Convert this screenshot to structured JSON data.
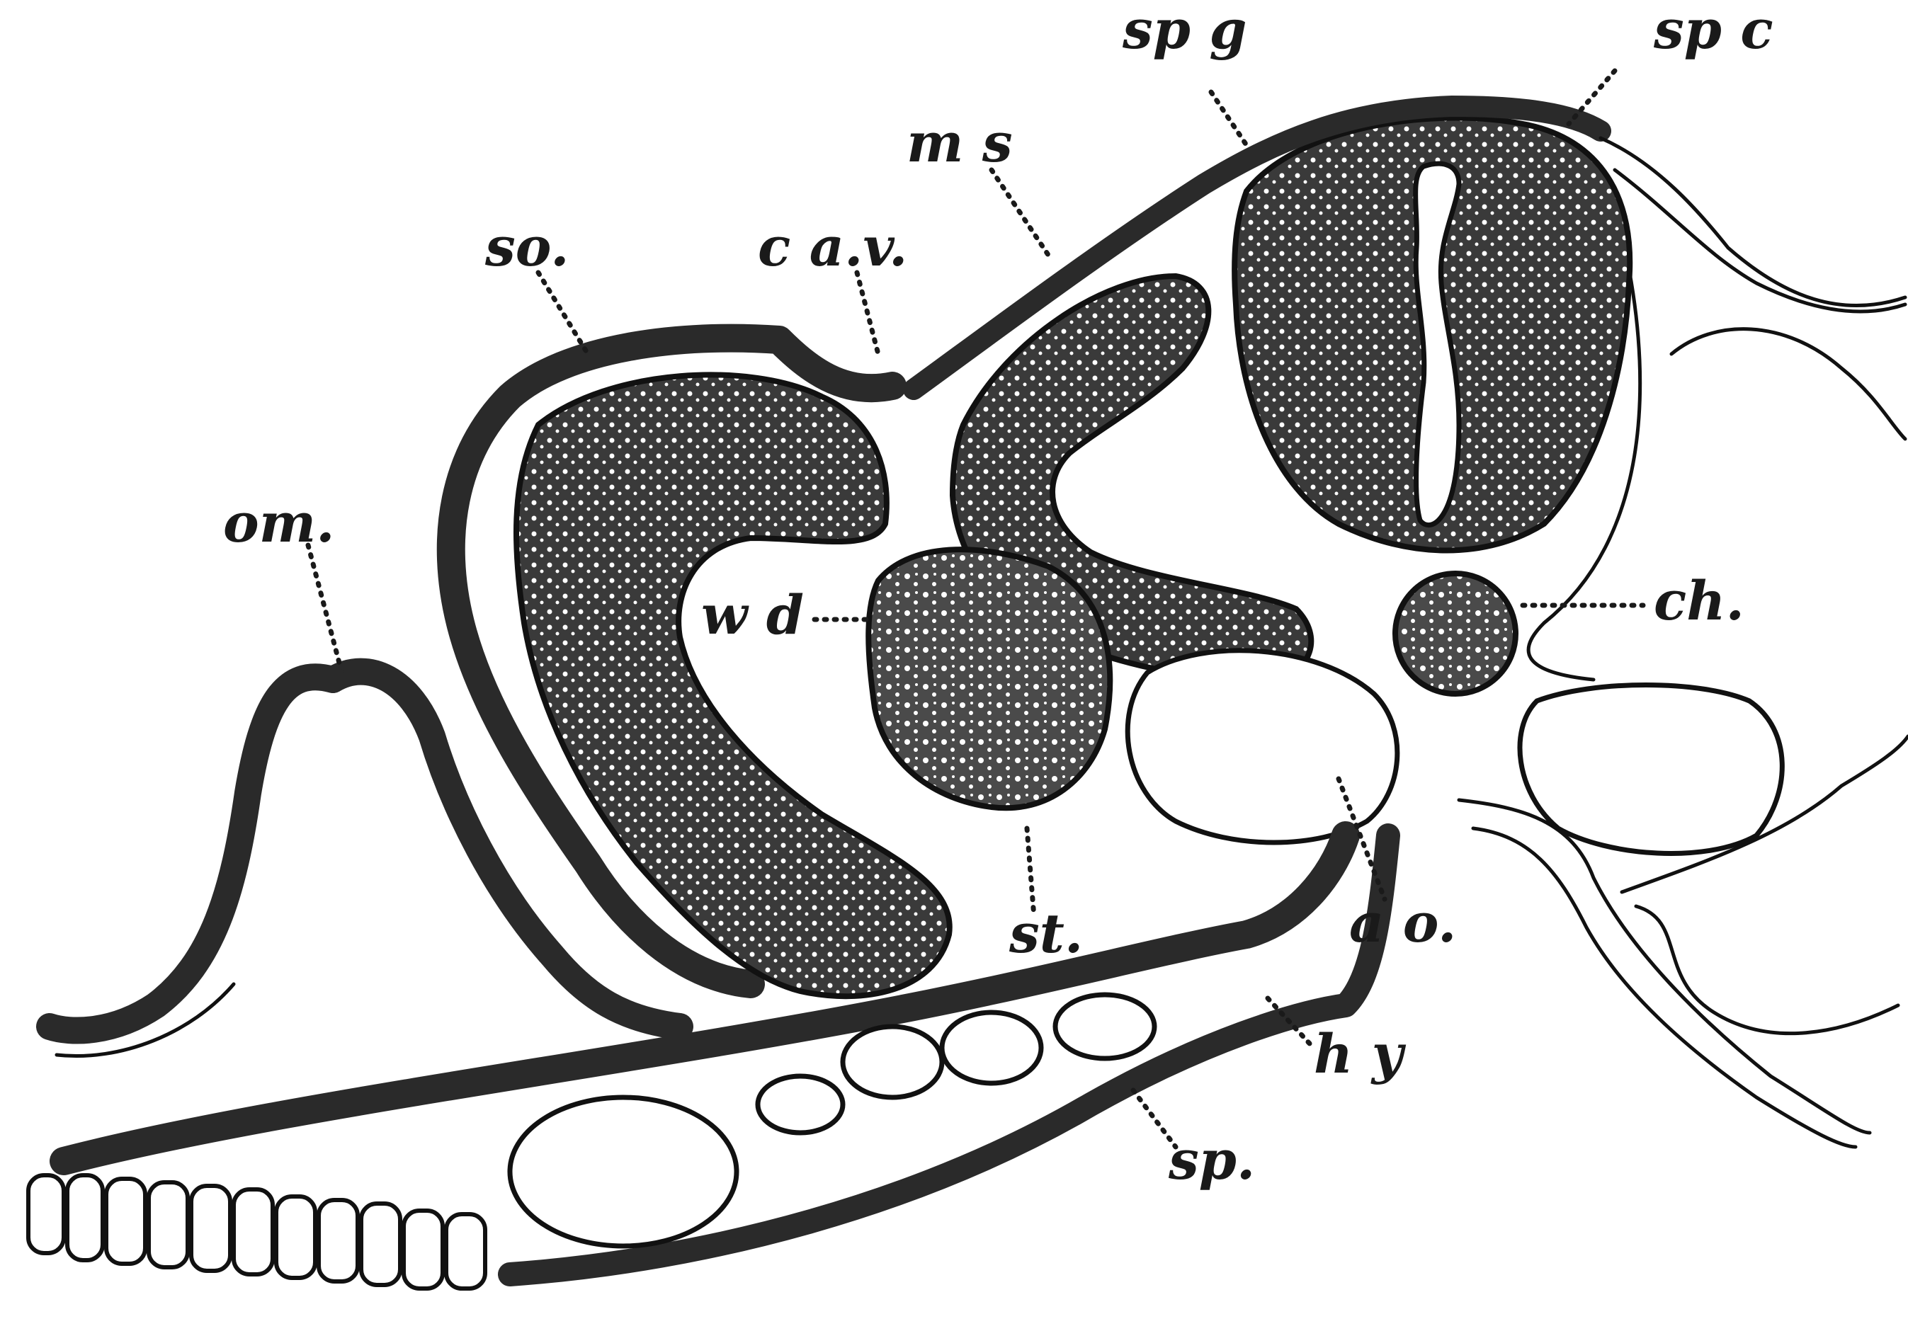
{
  "figure": {
    "labels": {
      "spg": "sp g",
      "spc": "sp c",
      "ms": "m s",
      "cav": "c a.v.",
      "so": "so.",
      "om": "om.",
      "wd": "w d",
      "ch": "ch.",
      "st": "st.",
      "ao": "a o.",
      "hy": "h y",
      "sp": "sp."
    }
  }
}
